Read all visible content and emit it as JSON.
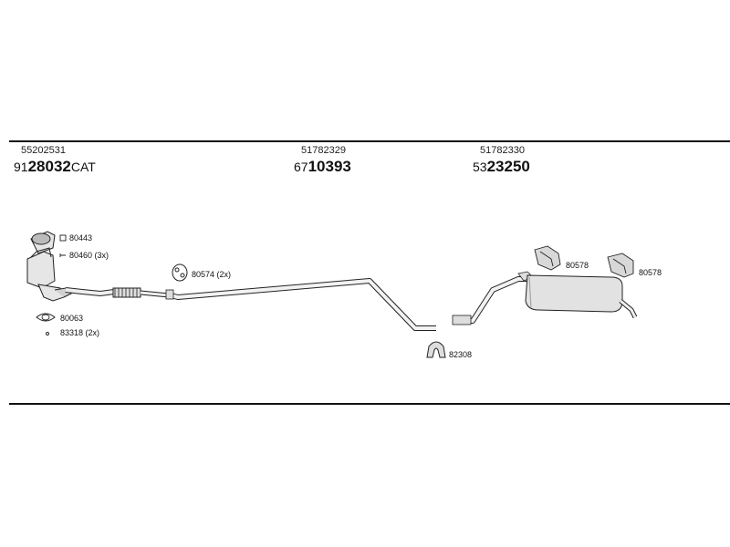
{
  "headers": [
    {
      "oe": "55202531",
      "prefix": "91",
      "main": "28032",
      "suffix": "CAT"
    },
    {
      "oe": "51782329",
      "prefix": "67",
      "main": "10393",
      "suffix": ""
    },
    {
      "oe": "51782330",
      "prefix": "53",
      "main": "23250",
      "suffix": ""
    }
  ],
  "labels": {
    "p80443": "80443",
    "p80460": "80460 (3x)",
    "p80063": "80063",
    "p83318": "83318 (2x)",
    "p80574": "80574 (2x)",
    "p82308": "82308",
    "p80578a": "80578",
    "p80578b": "80578"
  }
}
